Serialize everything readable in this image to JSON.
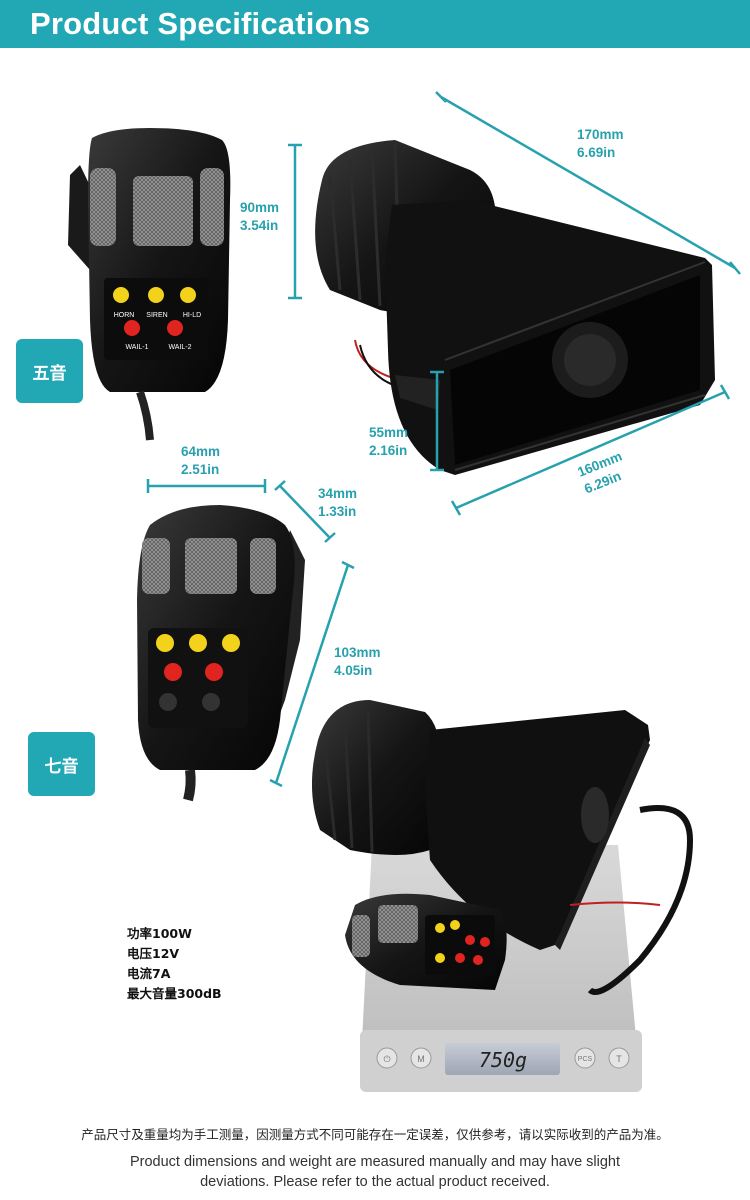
{
  "header": {
    "title": "Product Specifications"
  },
  "badges": {
    "five_tone": "五音",
    "seven_tone": "七音"
  },
  "dimensions": {
    "speaker_length": {
      "mm": "170mm",
      "in": "6.69in"
    },
    "speaker_height": {
      "mm": "90mm",
      "in": "3.54in"
    },
    "mouth_height": {
      "mm": "55mm",
      "in": "2.16in"
    },
    "mouth_width": {
      "mm": "160mm",
      "in": "6.29in"
    },
    "mic_width": {
      "mm": "64mm",
      "in": "2.51in"
    },
    "mic_depth": {
      "mm": "34mm",
      "in": "1.33in"
    },
    "mic_height": {
      "mm": "103mm",
      "in": "4.05in"
    }
  },
  "mic_buttons": {
    "horn": "HORN",
    "siren": "SIREN",
    "hi_ld": "HI-LD",
    "wail_1": "WAIL-1",
    "wail_2": "WAIL-2"
  },
  "specs": {
    "power": "功率100W",
    "voltage": "电压12V",
    "current": "电流7A",
    "volume": "最大音量300dB"
  },
  "scale": {
    "reading": "750g",
    "buttons": [
      "⏻",
      "M",
      "PCS",
      "T"
    ]
  },
  "notes": {
    "chinese": "产品尺寸及重量均为手工测量，因测量方式不同可能存在一定误差，仅供参考，请以实际收到的产品为准。",
    "english_line1": "Product dimensions and weight are measured manually and may have slight",
    "english_line2": "deviations. Please refer to the actual product received."
  },
  "colors": {
    "accent": "#22a7b4",
    "button_yellow": "#f2d21b",
    "button_red": "#e0241f"
  }
}
